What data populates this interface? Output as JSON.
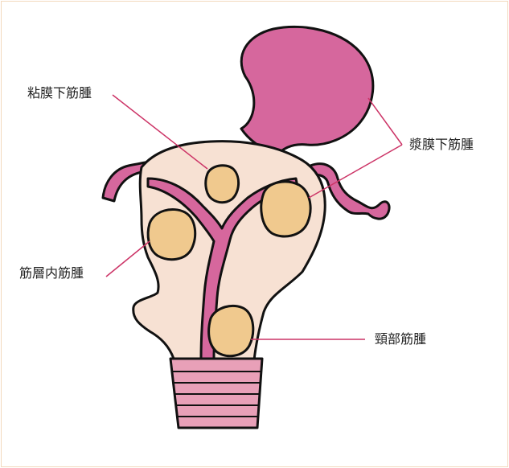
{
  "labels": {
    "submucosal": "粘膜下筋腫",
    "subserosal": "漿膜下筋腫",
    "intramural": "筋層内筋腫",
    "cervical": "頸部筋腫"
  },
  "colors": {
    "frame_border": "#f3d9bd",
    "uterus_body": "#f7e1d3",
    "myoma": "#f0c98e",
    "pink": "#d6679d",
    "cervix_stripe": "#e8a0b8",
    "leader_line": "#cc3366",
    "outline": "#111111"
  }
}
